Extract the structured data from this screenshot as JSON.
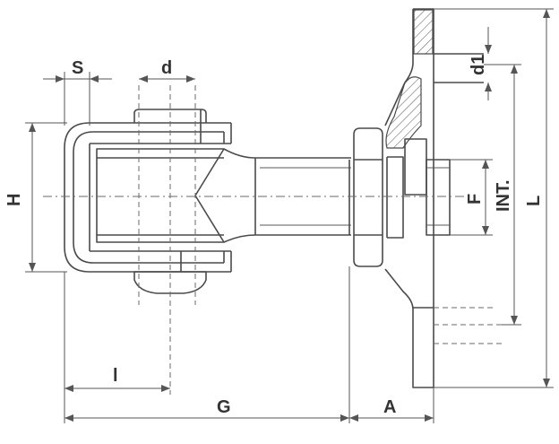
{
  "labels": {
    "S": "S",
    "d": "d",
    "H": "H",
    "l": "l",
    "G": "G",
    "A": "A",
    "d1": "d1",
    "F": "F",
    "INT": "INT.",
    "L": "L"
  },
  "colors": {
    "line": "#4a4a4a",
    "background": "#ffffff"
  }
}
